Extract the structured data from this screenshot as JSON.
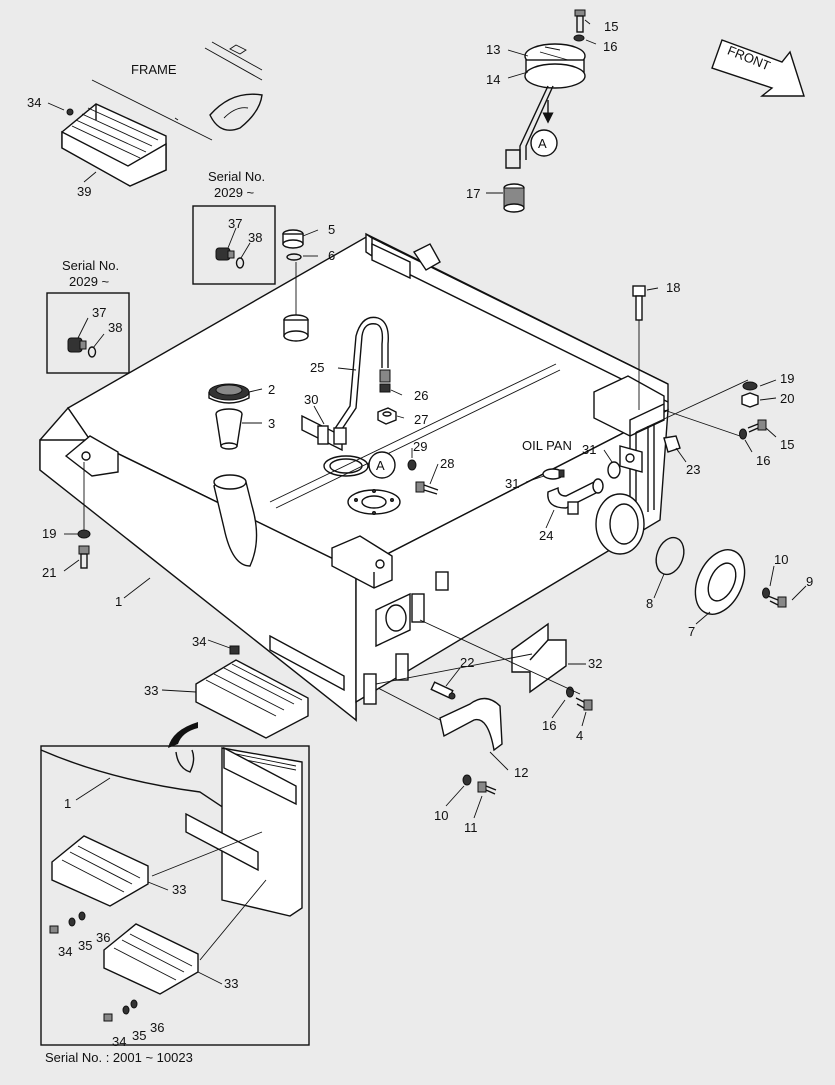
{
  "labels": {
    "frame": "FRAME",
    "front": "FRONT",
    "oil_pan": "OIL PAN",
    "serial_box_1": [
      "Serial No.",
      "2029 ~"
    ],
    "serial_box_2": [
      "Serial No.",
      "2029 ~"
    ],
    "serial_bottom": "Serial No. : 2001 ~ 10023",
    "marker_a": "A"
  },
  "callouts": [
    "15",
    "16",
    "13",
    "14",
    "17",
    "34",
    "39",
    "37",
    "38",
    "5",
    "6",
    "37",
    "38",
    "18",
    "2",
    "25",
    "3",
    "30",
    "26",
    "27",
    "19",
    "20",
    "15",
    "16",
    "29",
    "28",
    "OIL PAN",
    "31",
    "31",
    "23",
    "24",
    "19",
    "21",
    "1",
    "10",
    "9",
    "8",
    "7",
    "34",
    "33",
    "22",
    "32",
    "16",
    "4",
    "12",
    "1",
    "10",
    "11",
    "33",
    "34",
    "35",
    "36",
    "33",
    "34",
    "35",
    "36"
  ]
}
